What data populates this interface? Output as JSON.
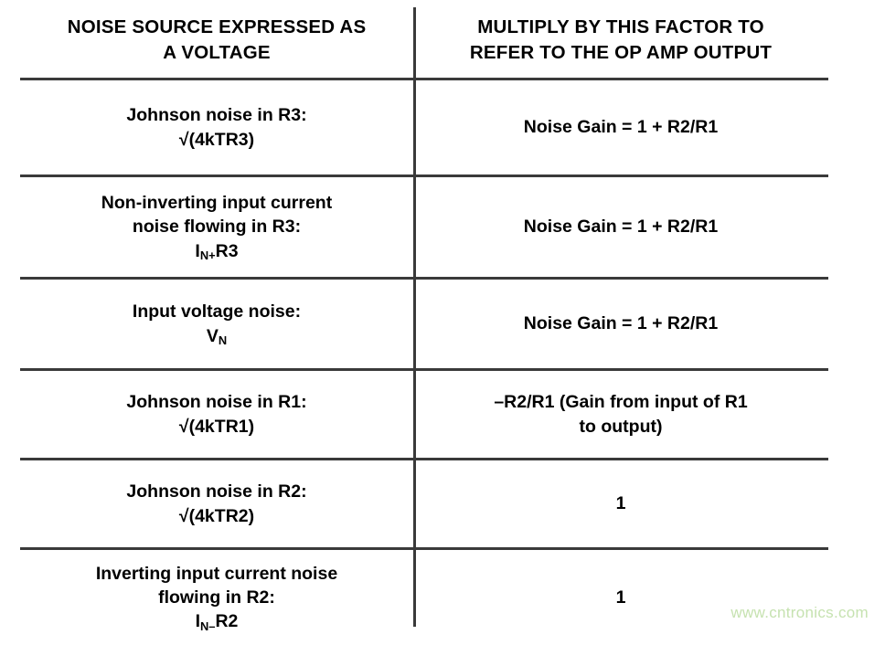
{
  "table": {
    "columns": [
      {
        "id": "noise-source",
        "header": "NOISE SOURCE EXPRESSED AS A VOLTAGE",
        "header_line1": "NOISE SOURCE EXPRESSED AS",
        "header_line2": "A VOLTAGE"
      },
      {
        "id": "multiply-factor",
        "header": "MULTIPLY BY THIS FACTOR TO REFER TO THE OP AMP OUTPUT",
        "header_line1": "MULTIPLY BY THIS FACTOR TO",
        "header_line2": "REFER TO THE OP AMP OUTPUT"
      }
    ],
    "rows": [
      {
        "source_line1": "Johnson noise in R3:",
        "source_line2": "√(4kTR3)",
        "source_sym_base": "",
        "source_sym_sub": "",
        "source_sym_tail": "",
        "factor_line1": "Noise Gain = 1 + R2/R1",
        "factor_line2": ""
      },
      {
        "source_line1": "Non-inverting input current",
        "source_line2": "noise flowing in R3:",
        "source_sym_base": "I",
        "source_sym_sub": "N+",
        "source_sym_tail": "R3",
        "factor_line1": "Noise Gain = 1 + R2/R1",
        "factor_line2": ""
      },
      {
        "source_line1": "Input voltage noise:",
        "source_line2": "",
        "source_sym_base": "V",
        "source_sym_sub": "N",
        "source_sym_tail": "",
        "factor_line1": "Noise Gain = 1 + R2/R1",
        "factor_line2": ""
      },
      {
        "source_line1": "Johnson noise in R1:",
        "source_line2": "√(4kTR1)",
        "source_sym_base": "",
        "source_sym_sub": "",
        "source_sym_tail": "",
        "factor_line1": "–R2/R1 (Gain from input of R1",
        "factor_line2": "to output)"
      },
      {
        "source_line1": "Johnson noise in R2:",
        "source_line2": "√(4kTR2)",
        "source_sym_base": "",
        "source_sym_sub": "",
        "source_sym_tail": "",
        "factor_line1": "1",
        "factor_line2": ""
      },
      {
        "source_line1": "Inverting input current noise",
        "source_line2": "flowing in R2:",
        "source_sym_base": "I",
        "source_sym_sub": "N–",
        "source_sym_tail": "R2",
        "factor_line1": "1",
        "factor_line2": ""
      }
    ]
  },
  "watermark": {
    "text": "www.cntronics.com",
    "color": "#c6e2b0"
  },
  "style": {
    "rule_color": "#3a3a3a",
    "text_color": "#000000",
    "background": "#ffffff"
  }
}
